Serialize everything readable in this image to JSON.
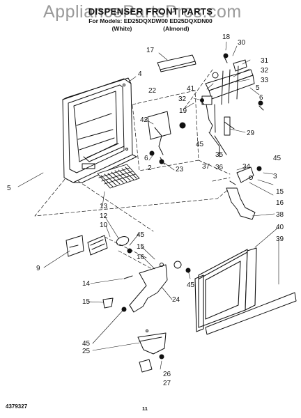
{
  "header": {
    "watermark": "AppliancePartsPros.com",
    "title": "DISPENSER FRONT PARTS",
    "models": "For Models: ED25DQXDW00   ED25DQXDN00",
    "color_white": "(White)",
    "color_almond": "(Almond)"
  },
  "footer": {
    "part_code": "4379327",
    "page_number": "11"
  },
  "callouts": [
    "2",
    "3",
    "4",
    "5",
    "6",
    "9",
    "10",
    "12",
    "13",
    "14",
    "15",
    "16",
    "17",
    "18",
    "19",
    "22",
    "23",
    "24",
    "25",
    "26",
    "27",
    "29",
    "30",
    "31",
    "32",
    "33",
    "34",
    "35",
    "36",
    "37",
    "38",
    "39",
    "40",
    "41",
    "42",
    "45"
  ],
  "colors": {
    "ink": "#111111",
    "watermark": "#9a9a9a",
    "background": "#ffffff"
  }
}
